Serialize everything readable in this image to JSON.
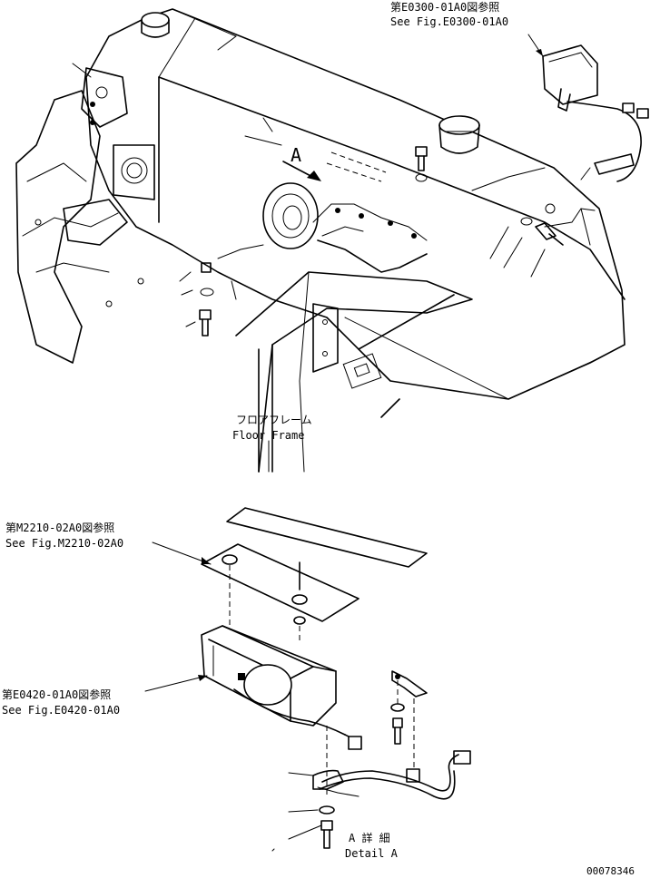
{
  "callouts": {
    "light_ref_ja": "第E0300-01A0図参照",
    "light_ref_en": "See Fig.E0300-01A0",
    "frame_ja": "フロアフレーム",
    "frame_en": "Floor Frame",
    "cover_ref_ja": "第M2210-02A0図参照",
    "cover_ref_en": "See Fig.M2210-02A0",
    "box_ref_ja": "第E0420-01A0図参照",
    "box_ref_en": "See Fig.E0420-01A0",
    "detail_ja": "A 詳 細",
    "detail_en": "Detail A",
    "view_letter": "A"
  },
  "drawing_number": "00078346"
}
